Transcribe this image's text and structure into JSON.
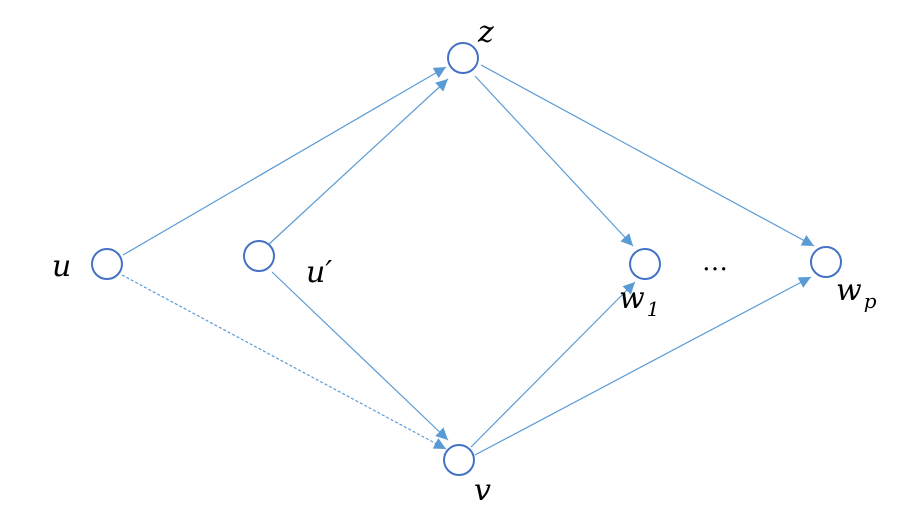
{
  "nodes": [
    {
      "id": "u",
      "label": "u"
    },
    {
      "id": "u_prime",
      "label": "u′"
    },
    {
      "id": "z",
      "label": "z"
    },
    {
      "id": "v",
      "label": "v"
    },
    {
      "id": "w1",
      "label": "w",
      "subscript": "1"
    },
    {
      "id": "wp",
      "label": "w",
      "subscript": "p"
    }
  ],
  "ellipsis": "…",
  "edges": [
    {
      "from": "u",
      "to": "z",
      "style": "solid"
    },
    {
      "from": "u_prime",
      "to": "z",
      "style": "solid"
    },
    {
      "from": "u_prime",
      "to": "v",
      "style": "solid"
    },
    {
      "from": "u",
      "to": "v",
      "style": "dashed"
    },
    {
      "from": "z",
      "to": "w1",
      "style": "solid"
    },
    {
      "from": "z",
      "to": "wp",
      "style": "solid"
    },
    {
      "from": "v",
      "to": "w1",
      "style": "solid"
    },
    {
      "from": "v",
      "to": "wp",
      "style": "solid"
    }
  ],
  "colors": {
    "edge": "#5b9bd5",
    "node_stroke": "#4472c4"
  }
}
